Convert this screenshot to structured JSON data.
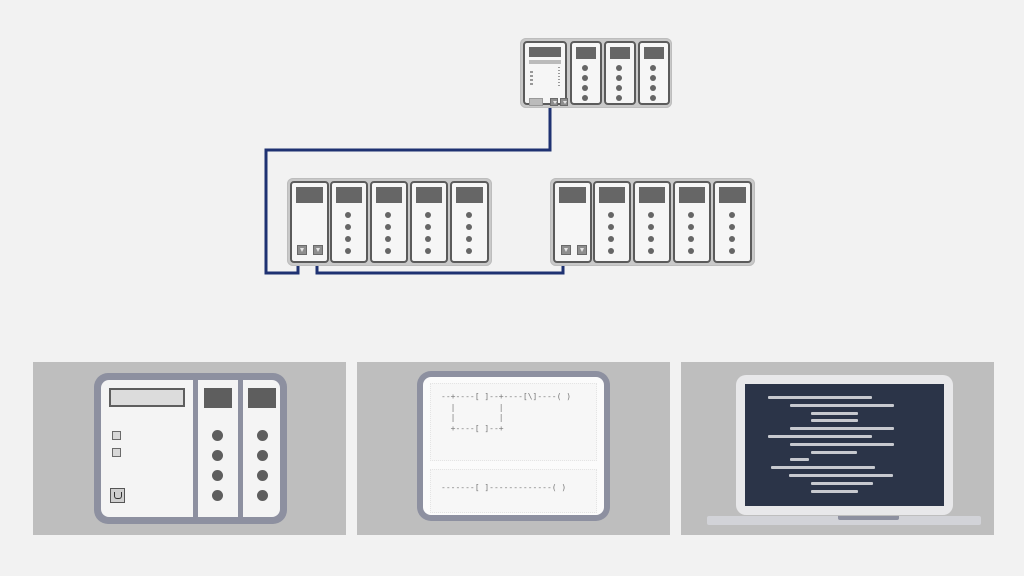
{
  "diagram": {
    "title": "PLC network and programming overview",
    "colors": {
      "background": "#f2f2f2",
      "cable": "#1f3272",
      "panel_background": "#bebebe",
      "device_frame": "#8d90a0",
      "screen": "#2b3448",
      "module_label": "#666666"
    },
    "network": {
      "controller_rack": {
        "role": "controller",
        "io_modules": 3,
        "leds_per_module": 4,
        "ports": 2
      },
      "remote_rack_a": {
        "role": "remote-io",
        "io_modules": 4,
        "leds_per_module": 4,
        "ports": 2
      },
      "remote_rack_b": {
        "role": "remote-io",
        "io_modules": 4,
        "leds_per_module": 4,
        "ports": 2
      },
      "connections": [
        {
          "from": "controller_rack.port1",
          "to": "remote_rack_a.port1"
        },
        {
          "from": "remote_rack_a.port2",
          "to": "remote_rack_b.port1"
        }
      ]
    },
    "panels": [
      {
        "name": "plc-hardware",
        "io_modules": 2,
        "leds_per_module": 4,
        "buttons": 2,
        "has_display": true,
        "has_ethernet_port": true
      },
      {
        "name": "ladder-logic",
        "rungs": [
          {
            "lines": [
              "--+----[ ]--+----[\\]----( )",
              "  |         |",
              "  |         |",
              "  +----[ ]--+"
            ]
          },
          {
            "lines": [
              "-------[ ]-------------( )"
            ]
          }
        ]
      },
      {
        "name": "programming-software",
        "code_lines": 13
      }
    ]
  }
}
